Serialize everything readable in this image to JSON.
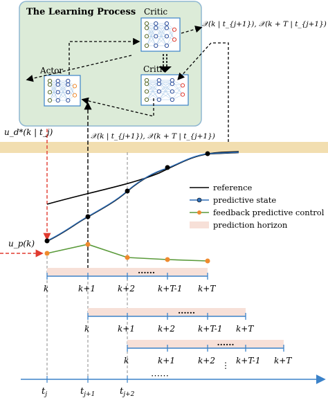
{
  "learning_process": {
    "title": "The Learning Process",
    "actor_label": "Actor",
    "critic_top_label": "Critic",
    "critic_bottom_label": "Critic"
  },
  "annotations": {
    "critic_output": "𝒳(k | t_{j+1}), 𝒳(k + T | t_{j+1})",
    "actor_input_left": "u_d*(k | t_j)",
    "middle_label": "𝒳(k | t_{j+1}), 𝒳(k + T | t_{j+1})",
    "control_input": "u_p(k)",
    "dots": "⋯⋯"
  },
  "legend": {
    "items": [
      {
        "label": "reference",
        "color": "#000000",
        "kind": "line"
      },
      {
        "label": "predictive state",
        "color": "#2e6db5",
        "kind": "line-dot"
      },
      {
        "label": "feedback predictive control",
        "color": "#5a9a3a",
        "kind": "line-dot-orange"
      },
      {
        "label": "prediction horizon",
        "color": "#f7e0d8",
        "kind": "band"
      }
    ]
  },
  "horizons": [
    {
      "labels": [
        "k",
        "k+1",
        "k+2",
        "k+T-1",
        "k+T"
      ]
    },
    {
      "labels": [
        "k",
        "k+1",
        "k+2",
        "k+T-1",
        "k+T"
      ]
    },
    {
      "labels": [
        "k",
        "k+1",
        "k+2",
        "k+T-1",
        "k+T"
      ]
    }
  ],
  "time_axis": {
    "ticks": [
      "t_j",
      "t_{j+1}",
      "t_{j+2}"
    ]
  },
  "colors": {
    "panel_fill": "#dcebd8",
    "panel_stroke": "#8fb7d1",
    "band": "#f2deb0",
    "predictive": "#2e6db5",
    "control": "#5a9a3a",
    "control_dot": "#ef8a2e",
    "axis": "#3b82c9",
    "red_arrow": "#e03a2f"
  }
}
